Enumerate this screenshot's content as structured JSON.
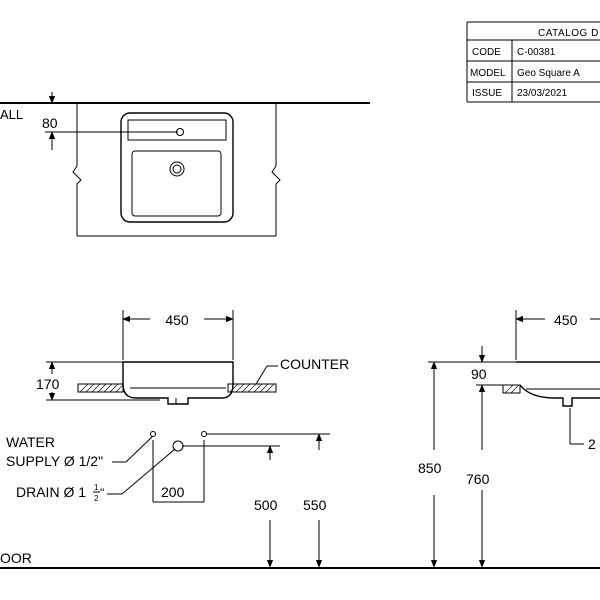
{
  "catalog": {
    "header": "CATALOG D",
    "rows": [
      {
        "label": "CODE",
        "value": "C-00381"
      },
      {
        "label": "MODEL",
        "value": "Geo Square A"
      },
      {
        "label": "ISSUE",
        "value": "23/03/2021"
      }
    ]
  },
  "plan_view": {
    "wall_label": "ALL",
    "dim_80": "80"
  },
  "front_view": {
    "width": "450",
    "height": "170",
    "counter_label": "COUNTER",
    "water_label_1": "WATER",
    "water_label_2": "SUPPLY Ø 1/2\"",
    "drain_label_main": "DRAIN Ø 1",
    "drain_frac_num": "1",
    "drain_frac_den": "2",
    "drain_label_end": "\"",
    "dim_200": "200",
    "dim_500": "500",
    "dim_550": "550",
    "floor_label": "OOR"
  },
  "side_view": {
    "width": "450",
    "dim_90": "90",
    "dim_2": "2",
    "dim_850": "850",
    "dim_760": "760"
  }
}
